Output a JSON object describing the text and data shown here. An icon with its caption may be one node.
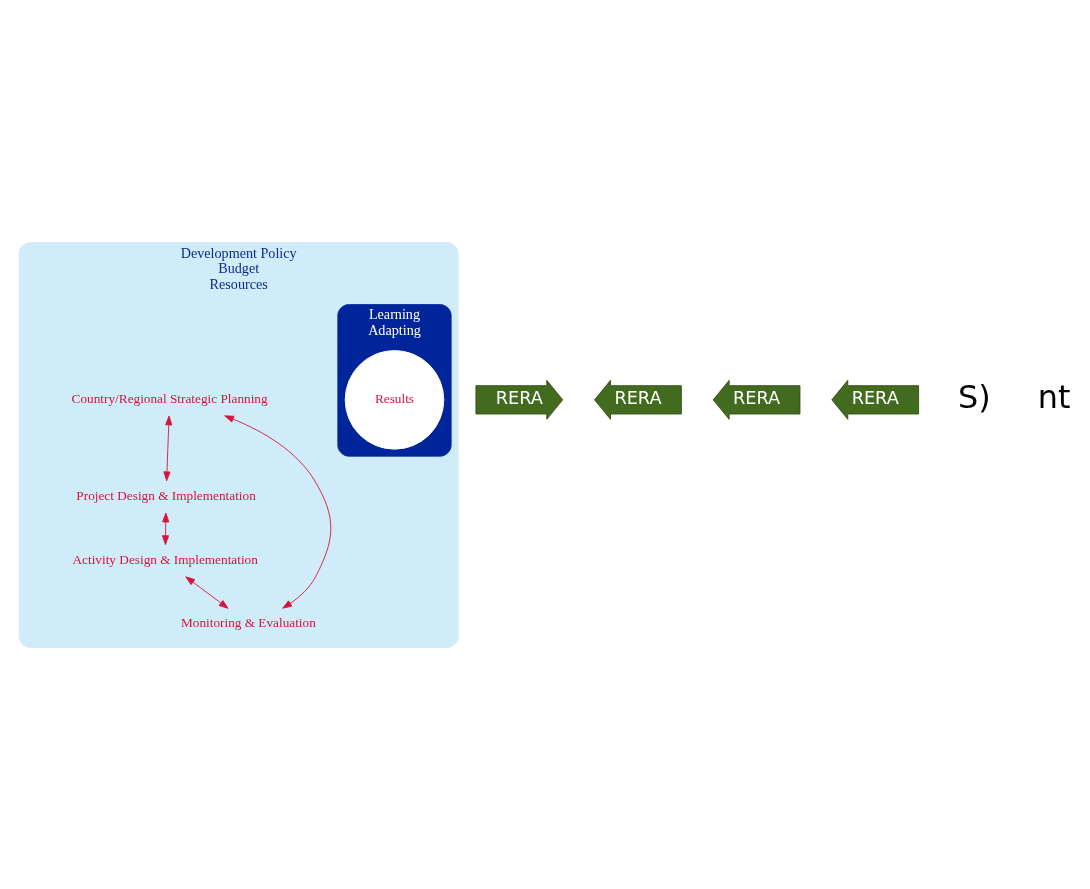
{
  "diagram": {
    "nodes": [
      {
        "text": [
          "Development Policy",
          "Budget",
          "Resources"
        ]
      },
      {
        "text": [
          "Country/Regional Strategic Planning"
        ],
        "in": 0
      },
      {
        "text": [
          "Monitoring & Evaluation"
        ],
        "in": 0
      },
      {
        "text": [
          "Learning",
          "Adapting"
        ],
        "in": 0
      },
      {
        "text": [
          "Results"
        ],
        "in": 3
      },
      {
        "text": [
          "Project Design & Implementation"
        ],
        "in": 0
      },
      {
        "text": [
          "Activity Design & Implementation"
        ],
        "in": 0
      },
      {
        "text": [
          "RERA"
        ]
      },
      {
        "text": [
          "RERA"
        ]
      },
      {
        "text": [
          "RERA"
        ]
      },
      {
        "text": [
          "RERA"
        ]
      }
    ],
    "edges": [
      {
        "from": 1,
        "to": 5,
        "arrow": "both"
      },
      {
        "from": 5,
        "to": 6,
        "arrow": "both"
      },
      {
        "from": 6,
        "to": 2,
        "arrow": "both"
      },
      {
        "from": 2,
        "to": 1,
        "arrow": "both"
      }
    ],
    "labels": [
      "S)",
      "nt"
    ]
  }
}
